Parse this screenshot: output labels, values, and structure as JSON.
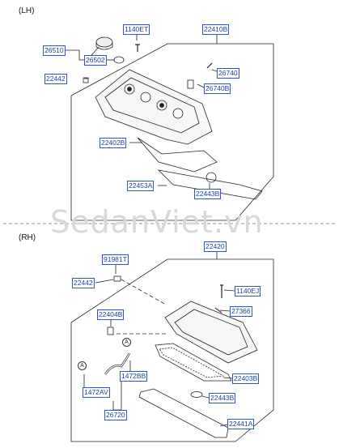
{
  "sections": [
    {
      "id": "lh",
      "title": "(LH)"
    },
    {
      "id": "rh",
      "title": "(RH)"
    }
  ],
  "watermark": "SedanViet.vn",
  "callout_mark": "A",
  "labels": {
    "lh": [
      "1140ET",
      "22410B",
      "26510",
      "26502",
      "22442",
      "26740",
      "26740B",
      "22402B",
      "22453A",
      "22443B"
    ],
    "rh": [
      "22420",
      "91981T",
      "22442",
      "1140EJ",
      "27366",
      "22404B",
      "1472BB",
      "22403B",
      "1472AV",
      "22443B",
      "26720",
      "22441A"
    ]
  },
  "colors": {
    "label_text": "#1a3fa8",
    "label_border": "#2d57c4",
    "line": "#222222"
  }
}
